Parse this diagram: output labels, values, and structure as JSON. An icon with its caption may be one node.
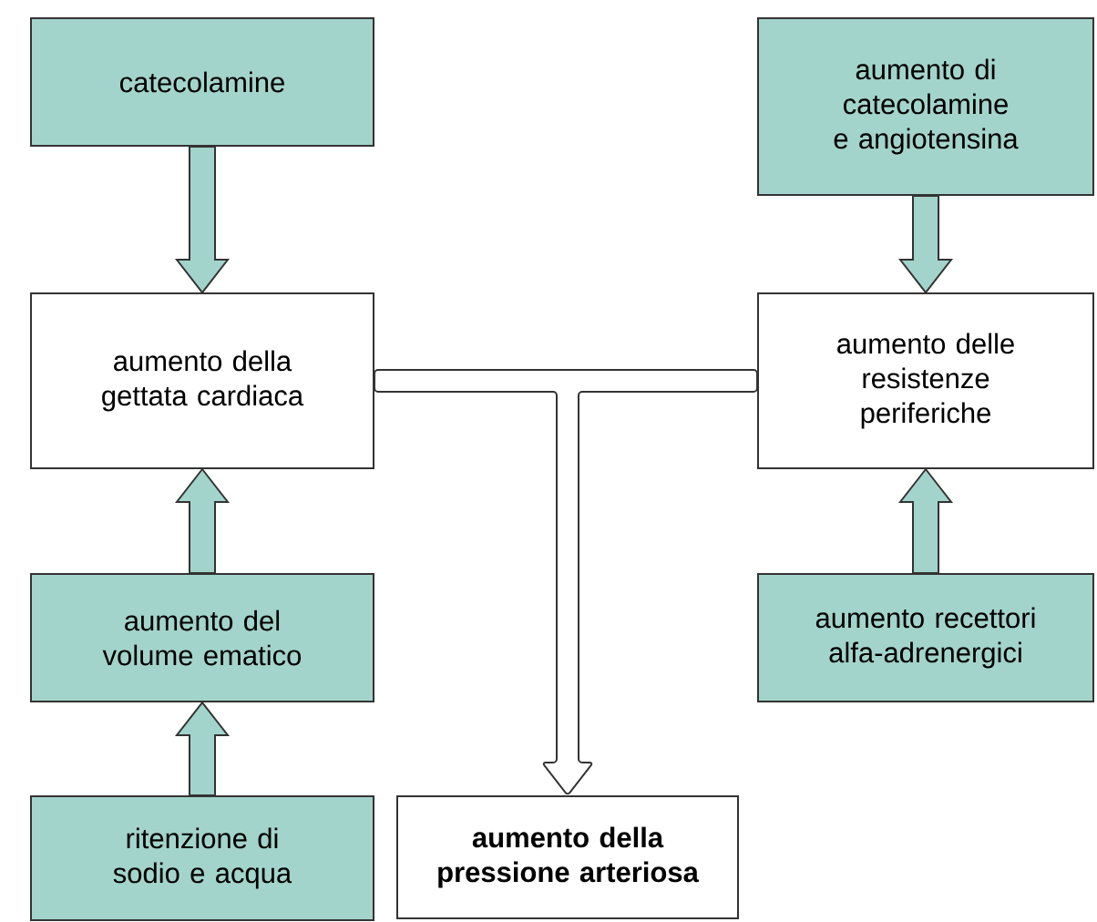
{
  "diagram": {
    "nodes": [
      {
        "text": [
          "catecolamine"
        ]
      },
      {
        "text": [
          "aumento di catecolamine e angiotensina"
        ]
      },
      {
        "text": [
          "aumento della gettata cardiaca"
        ]
      },
      {
        "text": [
          "aumento delle resistenze periferiche"
        ]
      },
      {
        "text": [
          "aumento del volume ematico"
        ]
      },
      {
        "text": [
          "aumento recettori alfa-adrenergici"
        ]
      },
      {
        "text": [
          "ritenzione di sodio e acqua"
        ]
      },
      {
        "text": [
          "aumento della pressione arteriosa"
        ]
      }
    ],
    "edges": [
      {
        "from": 0,
        "to": 2,
        "arrow": "to"
      },
      {
        "from": 1,
        "to": 3,
        "arrow": "to"
      },
      {
        "from": 4,
        "to": 2,
        "arrow": "to"
      },
      {
        "from": 6,
        "to": 4,
        "arrow": "to"
      },
      {
        "from": 5,
        "to": 3,
        "arrow": "to"
      },
      {
        "from": 2,
        "to": 7,
        "arrow": "to"
      },
      {
        "from": 3,
        "to": 7,
        "arrow": "to"
      }
    ]
  }
}
